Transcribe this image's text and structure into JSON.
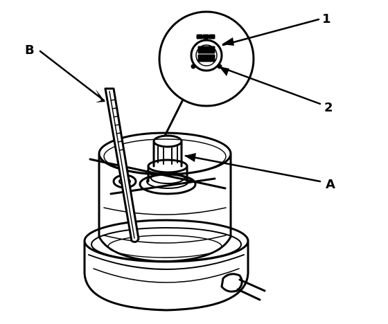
{
  "diagram": {
    "callouts": {
      "label_1": "1",
      "label_2": "2",
      "label_a": "A",
      "label_b": "B"
    },
    "colors": {
      "ink": "#000000",
      "paper": "#ffffff"
    }
  }
}
